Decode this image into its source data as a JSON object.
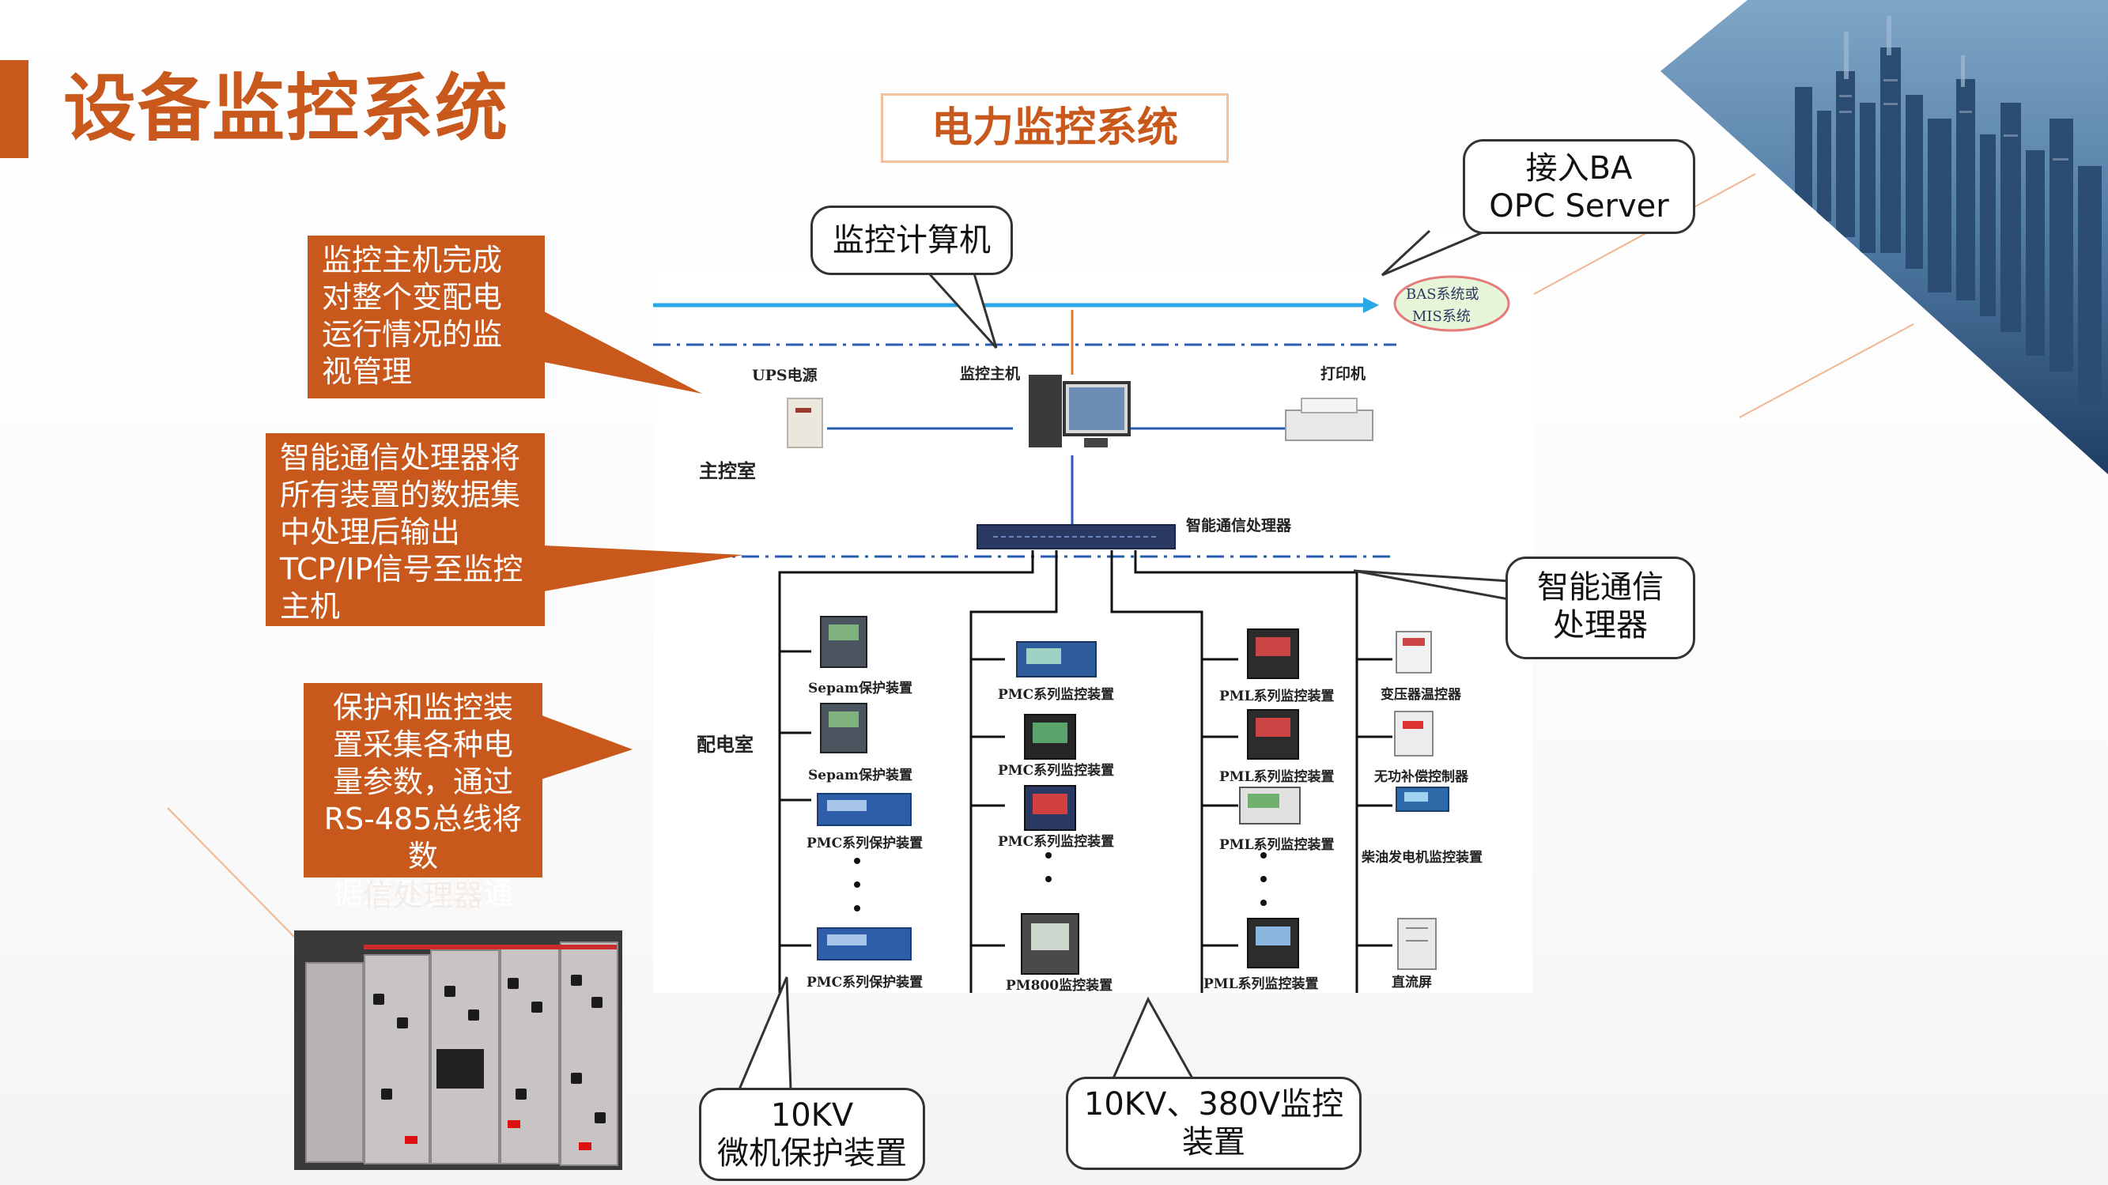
{
  "page": {
    "title": "设备监控系统"
  },
  "diagram": {
    "title": "电力监控系统",
    "top_labels": {
      "ups": "UPS电源",
      "host": "监控主机",
      "printer": "打印机",
      "main_room": "主控室",
      "comm_processor": "智能通信处理器",
      "dist_room": "配电室",
      "bas": [
        "BAS系统或",
        "MIS系统"
      ]
    },
    "columns": [
      {
        "devices": [
          "Sepam保护装置",
          "Sepam保护装置",
          "PMC系列保护装置",
          "PMC系列保护装置"
        ]
      },
      {
        "devices": [
          "PMC系列监控装置",
          "PMC系列监控装置",
          "PMC系列监控装置",
          "PM800监控装置"
        ]
      },
      {
        "devices": [
          "PML系列监控装置",
          "PML系列监控装置",
          "PML系列监控装置",
          "PML系列监控装置"
        ]
      },
      {
        "devices": [
          "变压器温控器",
          "无功补偿控制器",
          "柴油发电机监控装置",
          "直流屏"
        ]
      }
    ],
    "line_colors": {
      "ethernet": "#2aa7e6",
      "bus": "#2a5db0",
      "link": "#e07a3a",
      "wire": "#111111"
    }
  },
  "callouts": {
    "host_desc": [
      "监控主机完成",
      "对整个变配电",
      "运行情况的监",
      "视管理"
    ],
    "comm_desc": [
      "智能通信处理器将",
      "所有装置的数据集",
      "中处理后输出",
      "TCP/IP信号至监控",
      "主机"
    ],
    "device_desc": [
      "保护和监控装",
      "置采集各种电",
      "量参数，通过",
      "RS-485总线将数",
      "据送至智能通"
    ],
    "device_desc_overflow": "信处理器",
    "monitor_pc": "监控计算机",
    "ba_opc": [
      "接入BA",
      "OPC Server"
    ],
    "comm_box": [
      "智能通信",
      "处理器"
    ],
    "kv10": [
      "10KV",
      "微机保护装置"
    ],
    "kv380": [
      "10KV、380V监控",
      "装置"
    ]
  }
}
